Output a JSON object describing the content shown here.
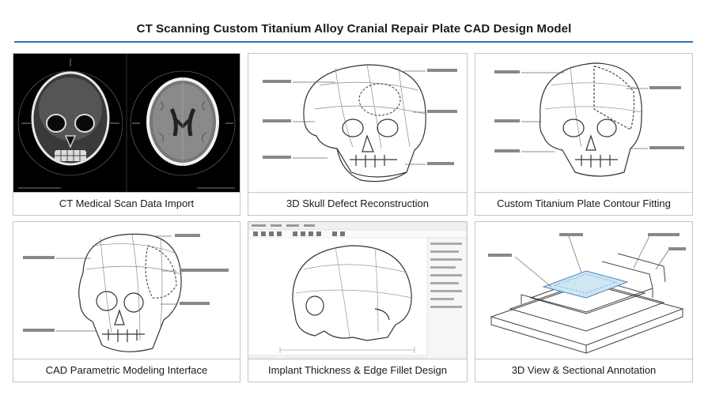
{
  "title": "CT Scanning Custom Titanium Alloy Cranial Repair Plate CAD Design Model",
  "panels": [
    {
      "caption": "CT Medical Scan Data Import"
    },
    {
      "caption": "3D Skull Defect Reconstruction"
    },
    {
      "caption": "Custom Titanium Plate Contour Fitting"
    },
    {
      "caption": "CAD Parametric Modeling Interface"
    },
    {
      "caption": "Implant Thickness & Edge Fillet Design"
    },
    {
      "caption": "3D View & Sectional Annotation"
    }
  ],
  "colors": {
    "accent": "#2f6fb8",
    "plate_fill": "#cfe6f5"
  }
}
